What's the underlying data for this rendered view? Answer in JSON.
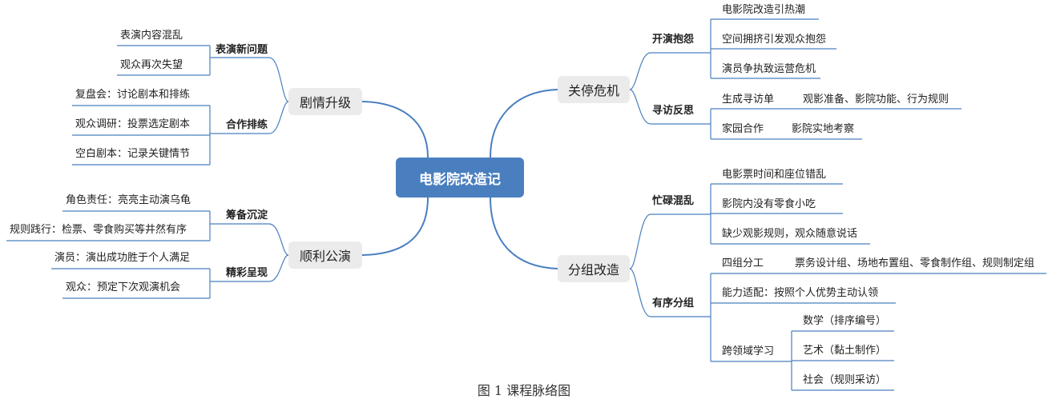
{
  "central": "电影院改造记",
  "caption": "图 1 课程脉络图",
  "left": {
    "drama": {
      "label": "剧情升级",
      "new_problems": {
        "label": "表演新问题",
        "items": [
          "表演内容混乱",
          "观众再次失望"
        ]
      },
      "cooperation": {
        "label": "合作排练",
        "items": [
          "复盘会：讨论剧本和排练",
          "观众调研：投票选定剧本",
          "空白剧本：记录关键情节"
        ]
      }
    },
    "show": {
      "label": "顺利公演",
      "prep": {
        "label": "筹备沉淀",
        "items": [
          "角色责任：亮亮主动演乌龟",
          "规则践行：检票、零食购买等井然有序"
        ]
      },
      "wonderful": {
        "label": "精彩呈现",
        "items": [
          "演员：演出成功胜于个人满足",
          "观众：预定下次观演机会"
        ]
      }
    }
  },
  "right": {
    "crisis": {
      "label": "关停危机",
      "complaint": {
        "label": "开演抱怨",
        "items": [
          "电影院改造引热潮",
          "空间拥挤引发观众抱怨",
          "演员争执致运营危机"
        ]
      },
      "visit": {
        "label": "寻访反思",
        "items": [
          {
            "name": "生成寻访单",
            "detail": "观影准备、影院功能、行为规则"
          },
          {
            "name": "家园合作",
            "detail": "影院实地考察"
          }
        ]
      }
    },
    "group": {
      "label": "分组改造",
      "chaos": {
        "label": "忙碌混乱",
        "items": [
          "电影票时间和座位错乱",
          "影院内没有零食小吃",
          "缺少观影规则，观众随意说话"
        ]
      },
      "ordered": {
        "label": "有序分组",
        "four": {
          "name": "四组分工",
          "detail": "票务设计组、场地布置组、零食制作组、规则制定组"
        },
        "fit": "能力适配：按照个人优势主动认领",
        "cross": {
          "name": "跨领域学习",
          "subs": [
            "数学（排序编号）",
            "艺术（黏土制作）",
            "社会（规则采访）"
          ]
        }
      }
    }
  },
  "colors": {
    "accent": "#4a7fbf",
    "central_bg": "#4a7fbf",
    "main_bg": "#ebebeb",
    "line": "#4a7fbf"
  }
}
